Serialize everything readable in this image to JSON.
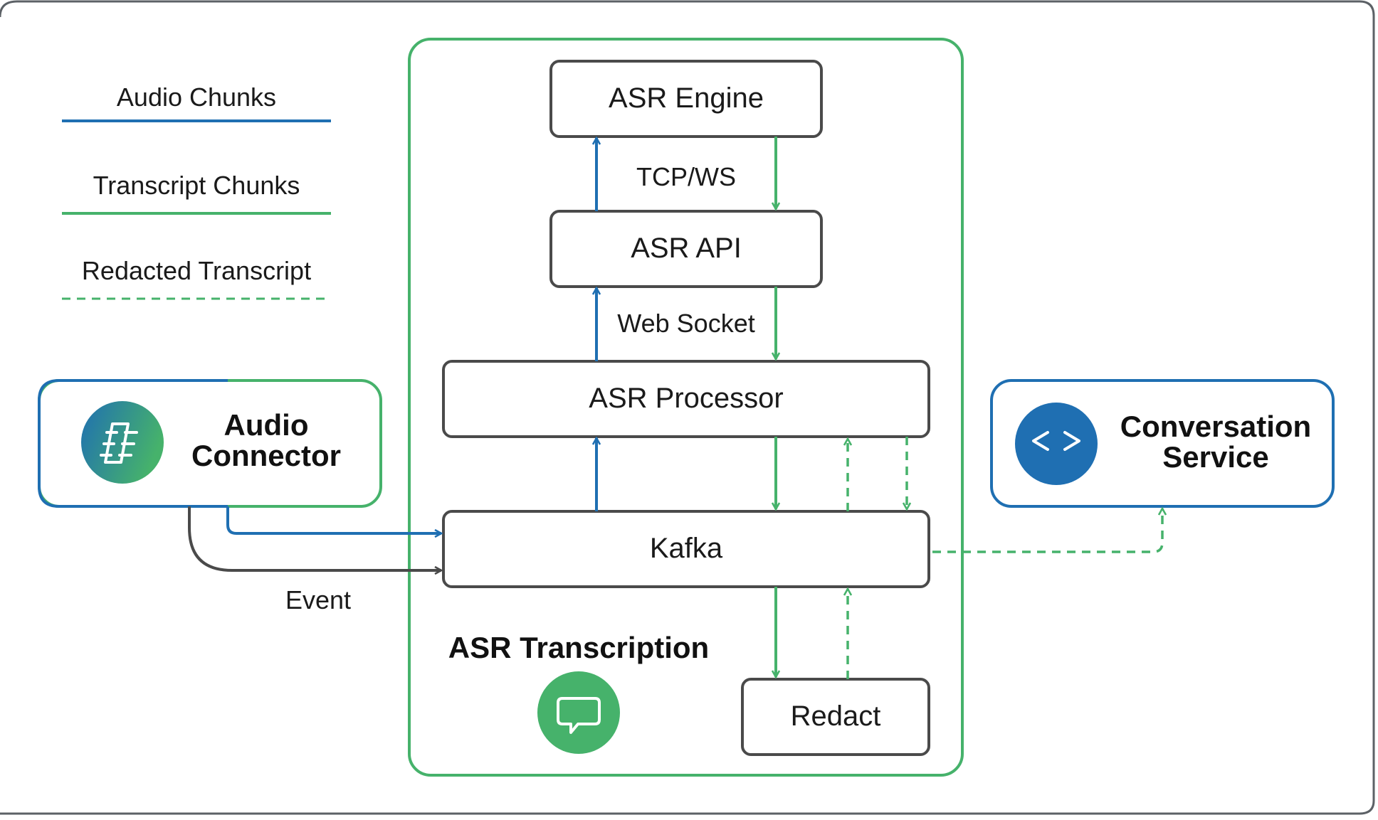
{
  "colors": {
    "audio": "#1f6fb2",
    "transcript": "#46b26b",
    "event": "#4a4a4a",
    "box_stroke": "#4a4a4a",
    "frame_stroke": "#5c6166",
    "group_stroke": "#46b26b"
  },
  "legend": {
    "audio_chunks": "Audio Chunks",
    "transcript_chunks": "Transcript Chunks",
    "redacted_transcript": "Redacted Transcript"
  },
  "nodes": {
    "asr_engine": "ASR Engine",
    "asr_api": "ASR API",
    "asr_processor": "ASR Processor",
    "kafka": "Kafka",
    "redact": "Redact",
    "audio_connector_line1": "Audio",
    "audio_connector_line2": "Connector",
    "conversation_service_line1": "Conversation",
    "conversation_service_line2": "Service"
  },
  "edges": {
    "tcp_ws": "TCP/WS",
    "web_socket": "Web Socket",
    "event": "Event"
  },
  "group": {
    "title": "ASR Transcription"
  },
  "icons": {
    "audio_connector": "connector-chip-icon",
    "conversation_service": "code-brackets-icon",
    "asr_transcription": "chat-bubble-icon"
  }
}
